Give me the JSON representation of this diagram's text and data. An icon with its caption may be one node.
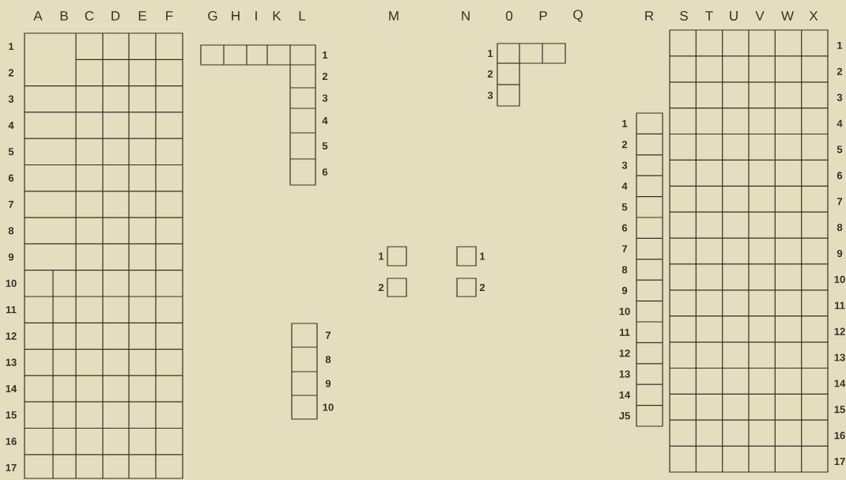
{
  "diagram": {
    "labels": [
      "A",
      "B",
      "C",
      "D",
      "E",
      "F",
      "G",
      "H",
      "I",
      "K",
      "L",
      "M",
      "N",
      "0",
      "P",
      "Q",
      "R",
      "S",
      "T",
      "U",
      "V",
      "W",
      "X",
      "1",
      "2",
      "3",
      "4",
      "5",
      "6",
      "7",
      "8",
      "9",
      "10",
      "11",
      "12",
      "13",
      "14",
      "15",
      "16",
      "17",
      "1",
      "2",
      "3",
      "4",
      "5",
      "6",
      "7",
      "8",
      "9",
      "10",
      "1",
      "2",
      "3",
      "1",
      "2",
      "1",
      "2",
      "1",
      "2",
      "3",
      "4",
      "5",
      "6",
      "7",
      "8",
      "9",
      "10",
      "11",
      "12",
      "13",
      "14",
      "J5",
      "1",
      "2",
      "3",
      "4",
      "5",
      "6",
      "7",
      "8",
      "9",
      "10",
      "11",
      "12",
      "13",
      "14",
      "15",
      "16",
      "17"
    ]
  }
}
